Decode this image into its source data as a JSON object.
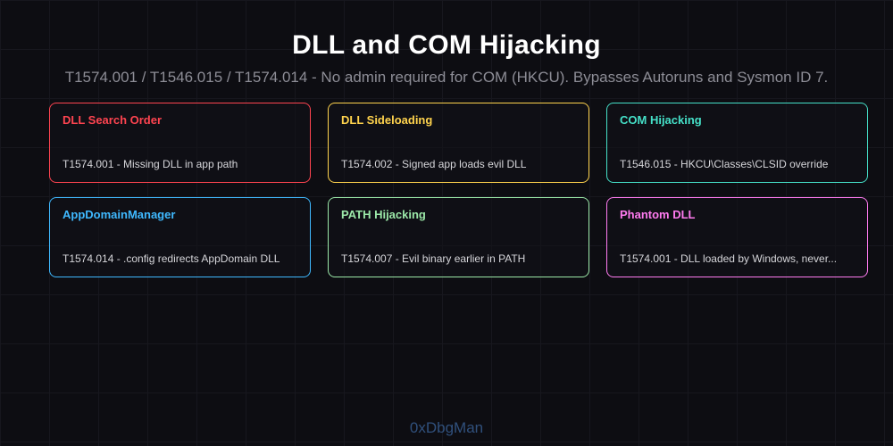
{
  "page": {
    "title": "DLL and COM Hijacking",
    "subtitle": "T1574.001 / T1546.015 / T1574.014 - No admin required for COM (HKCU). Bypasses Autoruns and Sysmon ID 7.",
    "footer": "0xDbgMan"
  },
  "colors": {
    "background": "#0d0d12",
    "grid_line": "#17171e",
    "title_text": "#ffffff",
    "subtitle_text": "#8d8d96",
    "card_body_text": "#d6d6da",
    "footer_text": "#30507c"
  },
  "cards": [
    {
      "title": "DLL Search Order",
      "description": "T1574.001 - Missing DLL in app path",
      "accent": "#ff4450"
    },
    {
      "title": "DLL Sideloading",
      "description": "T1574.002 - Signed app loads evil DLL",
      "accent": "#ffd34d"
    },
    {
      "title": "COM Hijacking",
      "description": "T1546.015 - HKCU\\Classes\\CLSID override",
      "accent": "#45e0c8"
    },
    {
      "title": "AppDomainManager",
      "description": "T1574.014 - .config redirects AppDomain DLL",
      "accent": "#3fb9ff"
    },
    {
      "title": "PATH Hijacking",
      "description": "T1574.007 - Evil binary earlier in PATH",
      "accent": "#9be8a8"
    },
    {
      "title": "Phantom DLL",
      "description": "T1574.001 - DLL loaded by Windows, never...",
      "accent": "#ff7bf0"
    }
  ]
}
